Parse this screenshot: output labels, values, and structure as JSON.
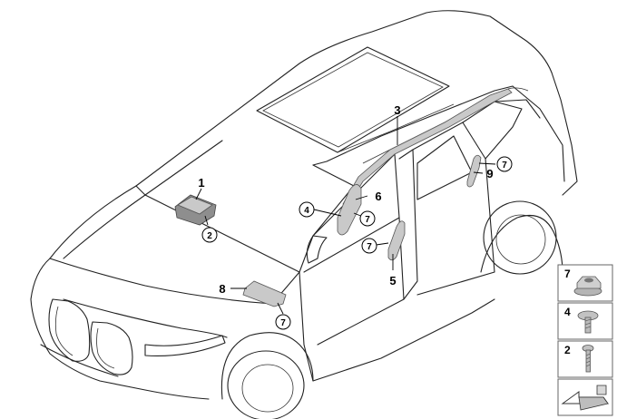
{
  "callouts": {
    "c1": "1",
    "c2": "2",
    "c3": "3",
    "c4": "4",
    "c5": "5",
    "c6": "6",
    "c7a": "7",
    "c7b": "7",
    "c7c": "7",
    "c7d": "7",
    "c8": "8",
    "c9": "9"
  },
  "legend": {
    "item_7": "7",
    "item_4": "4",
    "item_2": "2"
  },
  "icons": {
    "nut": "hex-flange-nut-icon",
    "screw": "pan-head-screw-icon",
    "bolt": "bolt-icon",
    "direction": "direction-arrow-icon"
  },
  "colors": {
    "line": "#222222",
    "part_fill": "#c9c9c9",
    "legend_border": "#666666"
  }
}
